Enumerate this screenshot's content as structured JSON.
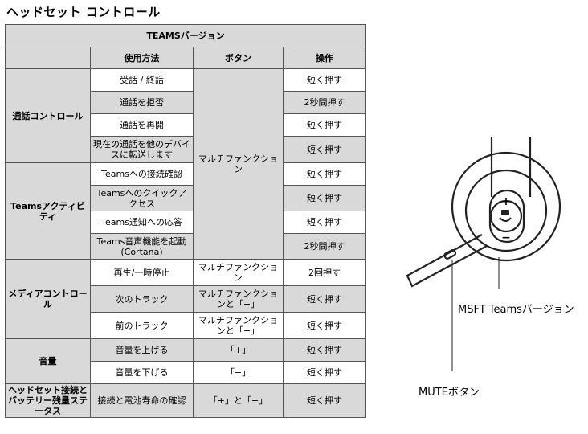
{
  "page_title": "ヘッドセット コントロール",
  "version": "TEAMSバージョン",
  "headers": {
    "method": "使用方法",
    "button": "ボタン",
    "operation": "操作"
  },
  "groups": {
    "call": "通話コントロール",
    "teams": "Teamsアクティビティ",
    "media": "メディアコントロール",
    "volume": "音量",
    "status": "ヘッドセット接続とバッテリー残量ステータス"
  },
  "rows": [
    {
      "method": "受話 / 終話",
      "button": "マルチファンクション",
      "op": "短く押す"
    },
    {
      "method": "通話を拒否",
      "op": "2秒間押す"
    },
    {
      "method": "通話を再開",
      "op": "短く押す"
    },
    {
      "method": "現在の通話を他のデバイスに転送します",
      "op": "短く押す"
    },
    {
      "method": "Teamsへの接続確認",
      "op": "短く押す"
    },
    {
      "method": "Teamsへのクイックアクセス",
      "op": "短く押す"
    },
    {
      "method": "Teams通知への応答",
      "op": "短く押す"
    },
    {
      "method": "Teams音声機能を起動 (Cortana)",
      "op": "2秒間押す"
    },
    {
      "method": "再生/一時停止",
      "button": "マルチファンクション",
      "op": "2回押す"
    },
    {
      "method": "次のトラック",
      "button": "マルチファンクションと「+」",
      "op": "短く押す"
    },
    {
      "method": "前のトラック",
      "button": "マルチファンクションと「−」",
      "op": "短く押す"
    },
    {
      "method": "音量を上げる",
      "button": "「+」",
      "op": "短く押す"
    },
    {
      "method": "音量を下げる",
      "button": "「−」",
      "op": "短く押す"
    },
    {
      "method": "接続と電池寿命の確認",
      "button": "「+」と「−」",
      "op": "短く押す"
    }
  ],
  "diagram": {
    "label_teams": "MSFT Teamsバージョン",
    "label_mute": "MUTEボタン",
    "plus": "+",
    "minus": "−"
  }
}
